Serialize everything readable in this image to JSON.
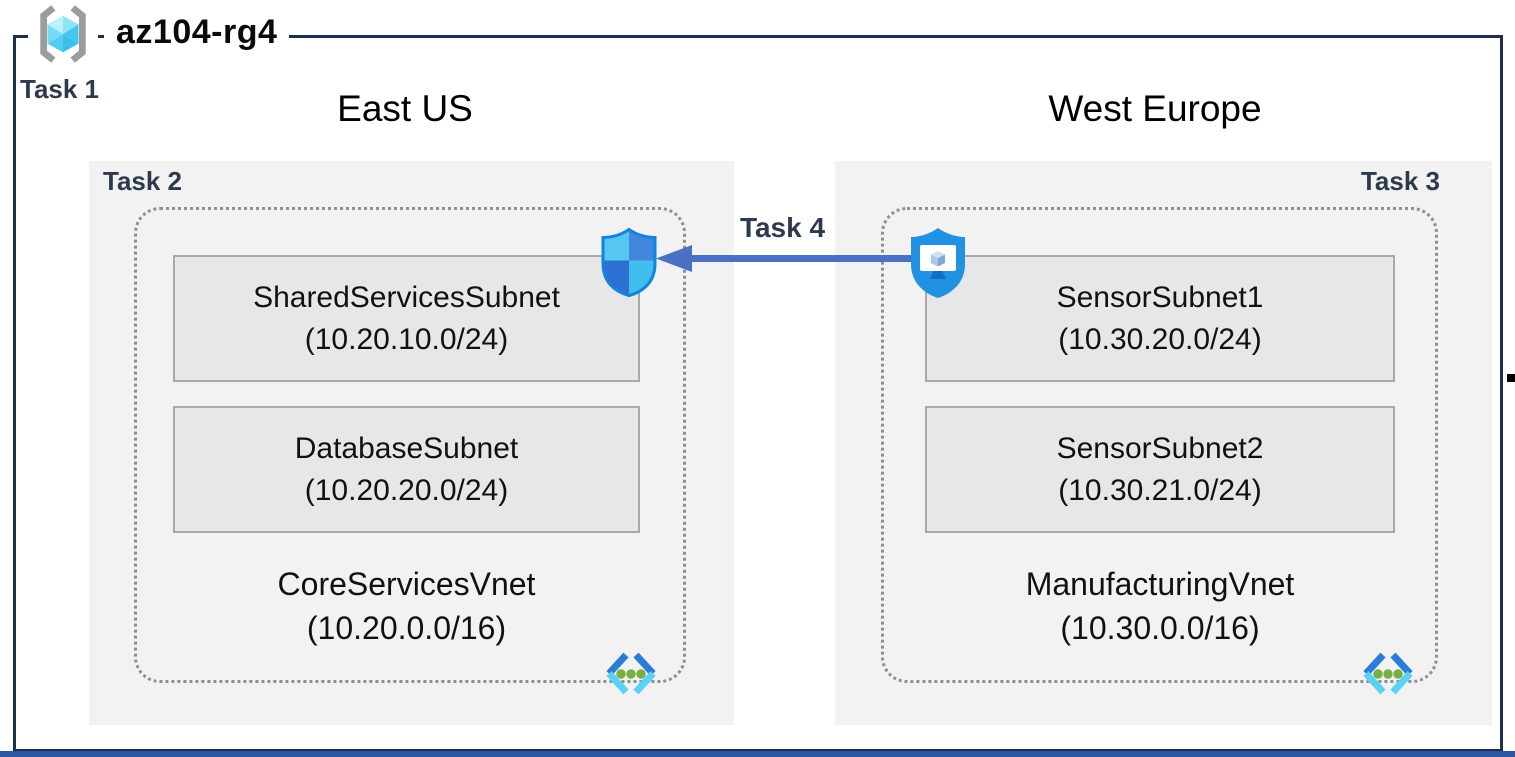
{
  "resource_group": {
    "name": "az104-rg4",
    "task_label": "Task 1"
  },
  "peering": {
    "task_label": "Task 4"
  },
  "regions": [
    {
      "name": "East US",
      "task_label": "Task 2",
      "vnet": {
        "name": "CoreServicesVnet",
        "cidr": "(10.20.0.0/16)"
      },
      "subnets": [
        {
          "name": "SharedServicesSubnet",
          "cidr": "(10.20.10.0/24)"
        },
        {
          "name": "DatabaseSubnet",
          "cidr": "(10.20.20.0/24)"
        }
      ],
      "security_icon": "network-security-group-shield"
    },
    {
      "name": "West Europe",
      "task_label": "Task 3",
      "vnet": {
        "name": "ManufacturingVnet",
        "cidr": "(10.30.0.0/16)"
      },
      "subnets": [
        {
          "name": "SensorSubnet1",
          "cidr": "(10.30.20.0/24)"
        },
        {
          "name": "SensorSubnet2",
          "cidr": "(10.30.21.0/24)"
        }
      ],
      "security_icon": "application-security-group-shield"
    }
  ],
  "icons": {
    "resource_group": "azure-resource-group-icon",
    "virtual_network": "azure-virtual-network-icon",
    "nsg": "network-security-group-shield-icon",
    "asg": "application-security-group-shield-icon"
  },
  "colors": {
    "frame_border": "#1e2f50",
    "task_label_text": "#2d3a4d",
    "region_panel": "#f2f2f2",
    "subnet_fill": "#e7e7e7",
    "subnet_border": "#a9a9a9",
    "vnet_dashed_border": "#8f8f8f",
    "peering_arrow": "#4a70c4",
    "bottom_strip": "#2a57a2"
  }
}
